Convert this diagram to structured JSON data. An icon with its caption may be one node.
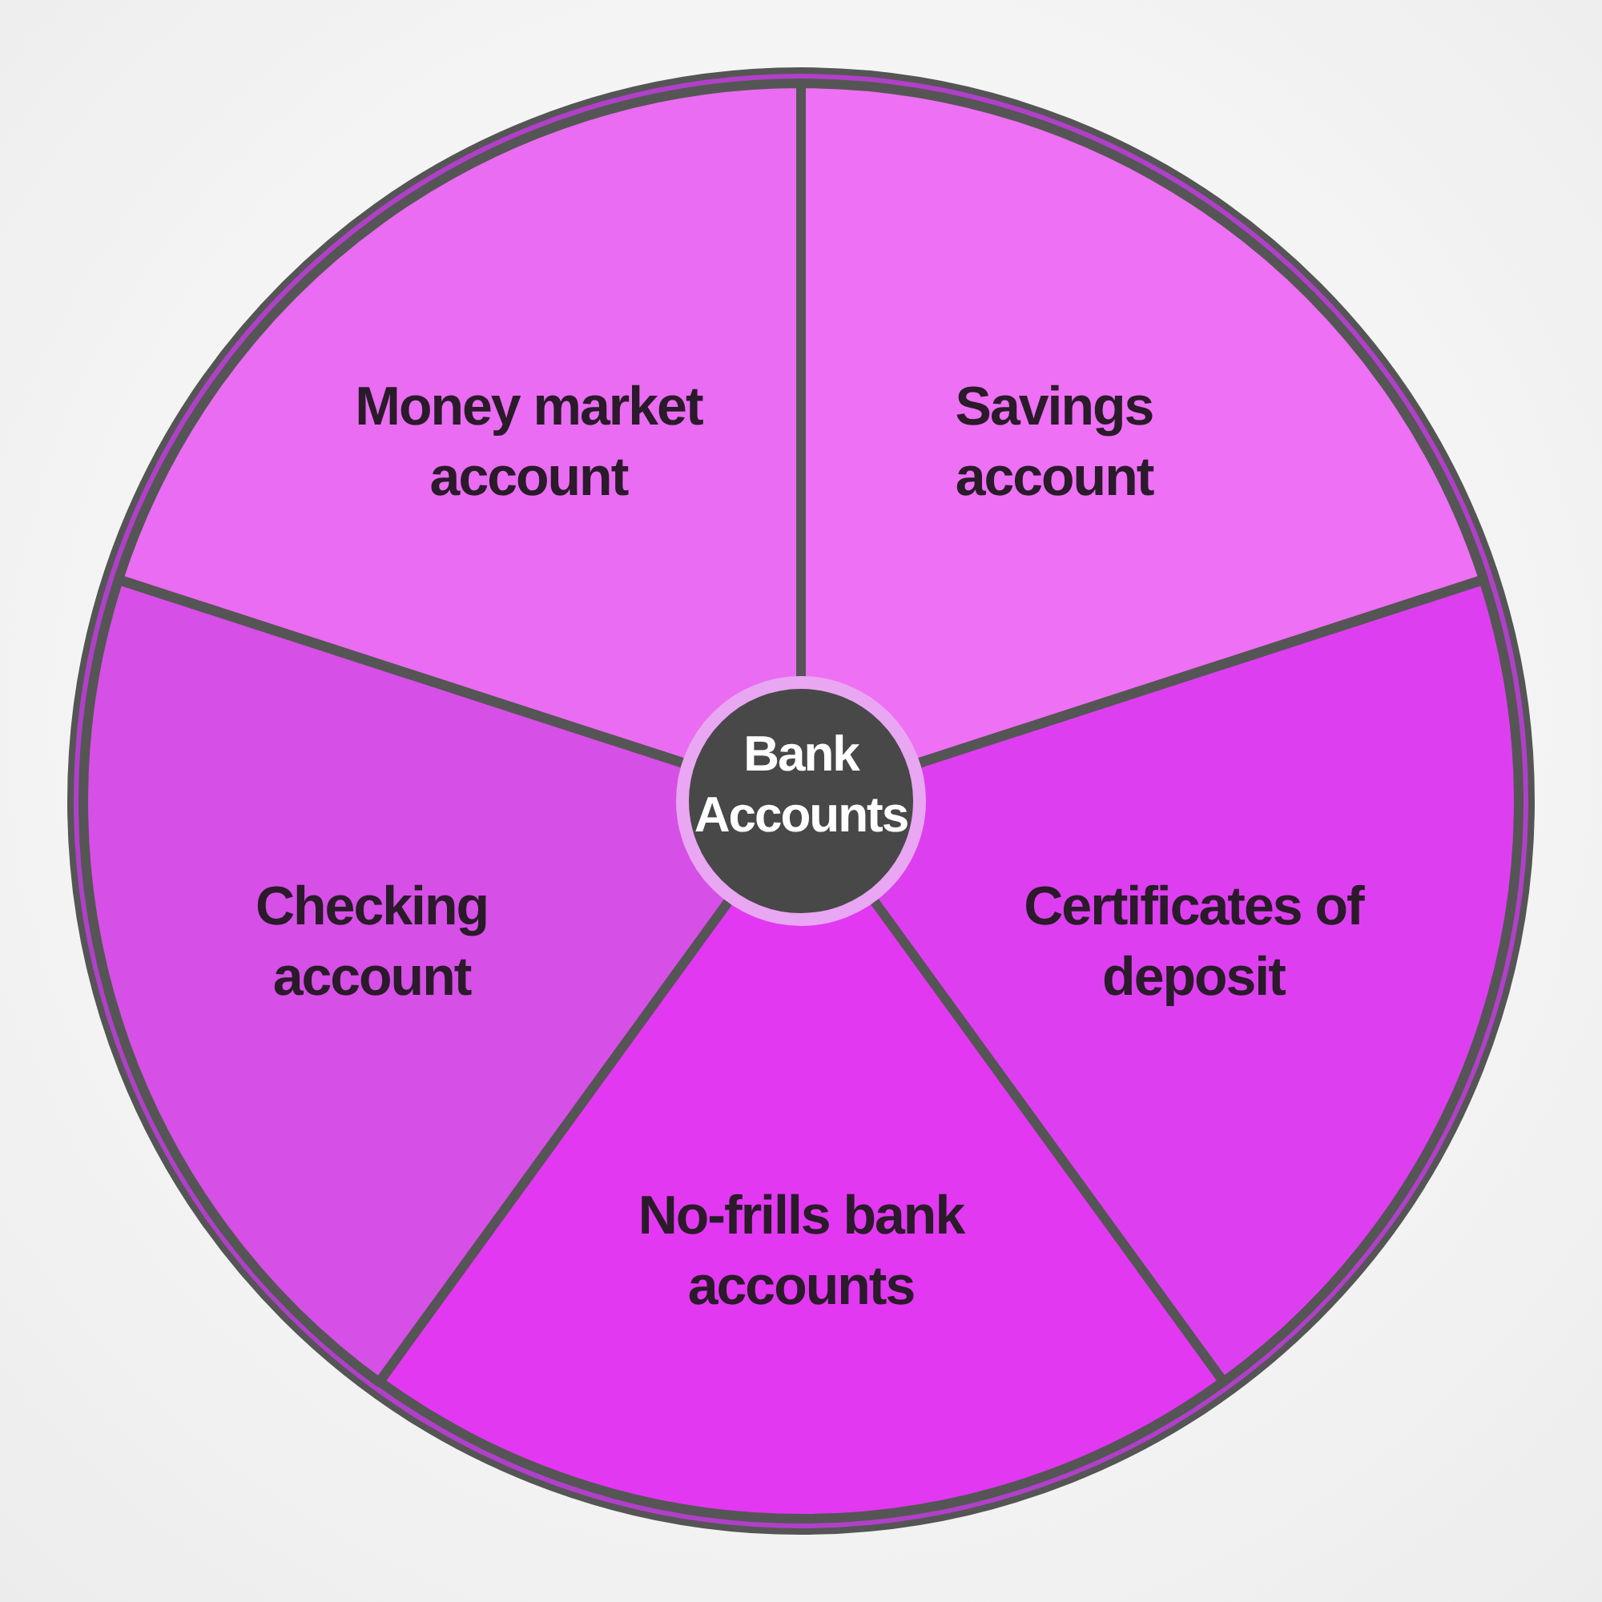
{
  "diagram": {
    "nodes": [
      {
        "text": [
          "Money market account"
        ]
      },
      {
        "text": [
          "Savings account"
        ]
      },
      {
        "text": [
          "Bank Accounts"
        ]
      },
      {
        "text": [
          "Checking account"
        ]
      },
      {
        "text": [
          "Certificates of deposit"
        ]
      },
      {
        "text": [
          "No-frills bank accounts"
        ]
      }
    ]
  }
}
